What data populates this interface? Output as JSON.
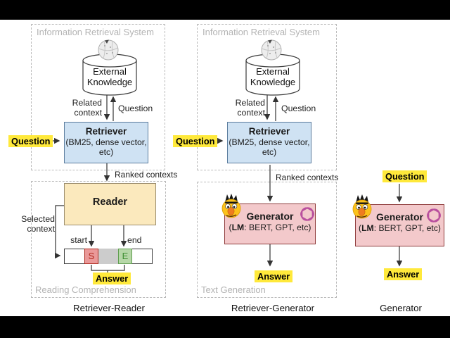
{
  "shared": {
    "irs_title": "Information Retrieval System",
    "knowledge": {
      "line1": "External",
      "line2": "Knowledge"
    },
    "related_context": {
      "line1": "Related",
      "line2": "context"
    },
    "question_label": "Question",
    "retriever": {
      "title": "Retriever",
      "subtitle_line1": "(BM25, dense vector,",
      "subtitle_line2": "etc)"
    },
    "question_input": "Question",
    "ranked_contexts": "Ranked contexts",
    "generator": {
      "title": "Generator",
      "subtitle_open": "(",
      "subtitle_bold": "LM",
      "subtitle_rest": ": BERT, GPT, etc)"
    },
    "answer": "Answer"
  },
  "reader_column": {
    "section_title": "Reading Comprehension",
    "reader_title": "Reader",
    "selected_context": {
      "line1": "Selected",
      "line2": "context"
    },
    "start_label": "start",
    "end_label": "end",
    "start_cell": "S",
    "end_cell": "E",
    "caption": "Retriever-Reader"
  },
  "generator_column": {
    "section_title": "Text Generation",
    "caption": "Retriever-Generator"
  },
  "standalone_column": {
    "caption": "Generator"
  },
  "icons": {
    "wikipedia": "wikipedia-globe-icon",
    "bert": "bert-face-icon",
    "openai": "openai-logo-icon"
  },
  "colors": {
    "highlight_yellow": "#ffe93b",
    "retriever_fill": "#cfe2f3",
    "retriever_border": "#5b7c9d",
    "reader_fill": "#fbe9bd",
    "reader_border": "#9b8d6d",
    "generator_fill": "#f3c9cb",
    "generator_border": "#8e3b3b",
    "start_cell_fill": "#ea9999",
    "start_cell_border": "#b02b20",
    "end_cell_fill": "#b6d7a8",
    "end_cell_border": "#5f9e4f",
    "span_middle_gray": "#cccccc",
    "dashed_border": "#bababa",
    "muted_text": "#b3b3b3",
    "openai_pink": "#b9509e",
    "letterbox": "#000000"
  }
}
